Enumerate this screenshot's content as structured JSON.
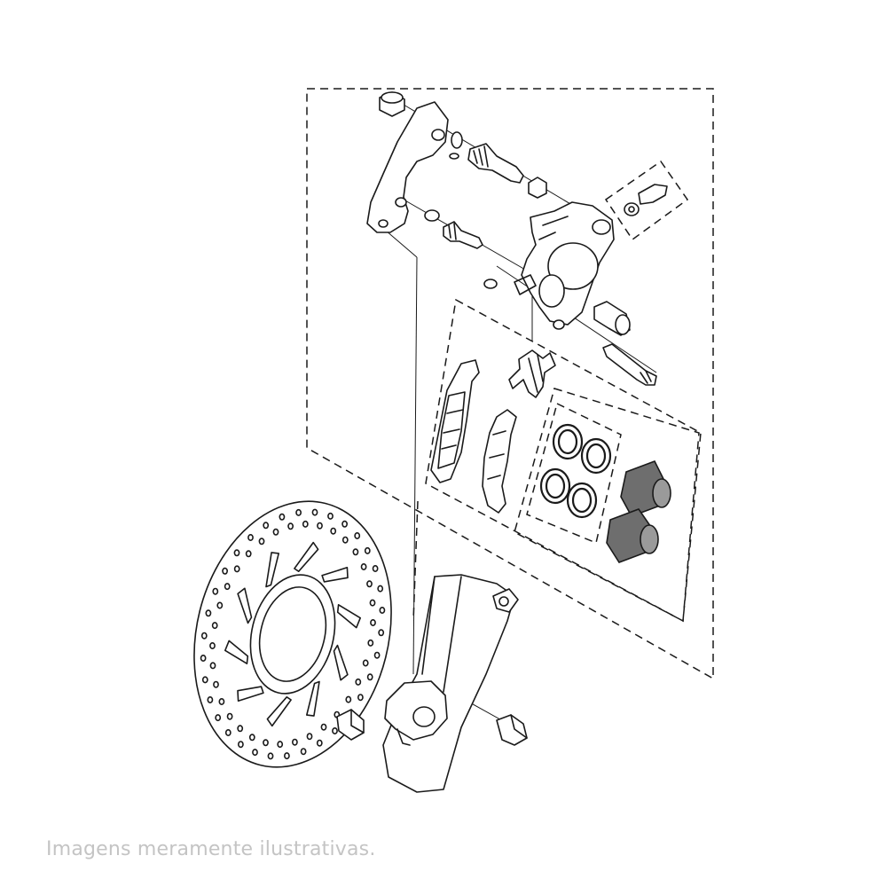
{
  "caption": "Imagens meramente ilustrativas.",
  "assembly": {
    "name": "front-brake-caliper-exploded-view",
    "components": [
      "brake-disc",
      "disc-bolt",
      "caliper-mounting-bracket",
      "caliper-body",
      "brake-pad-inner",
      "brake-pad-outer",
      "pad-spring-clip",
      "piston-seal-kit",
      "caliper-piston",
      "bleeder-screw",
      "slide-pin",
      "pad-pin",
      "fork-leg",
      "caliper-mounting-bolt"
    ]
  },
  "colors": {
    "line": "#1a1a1a",
    "piston_fill": "#6e6e6e",
    "caption": "#c4c4c4"
  }
}
